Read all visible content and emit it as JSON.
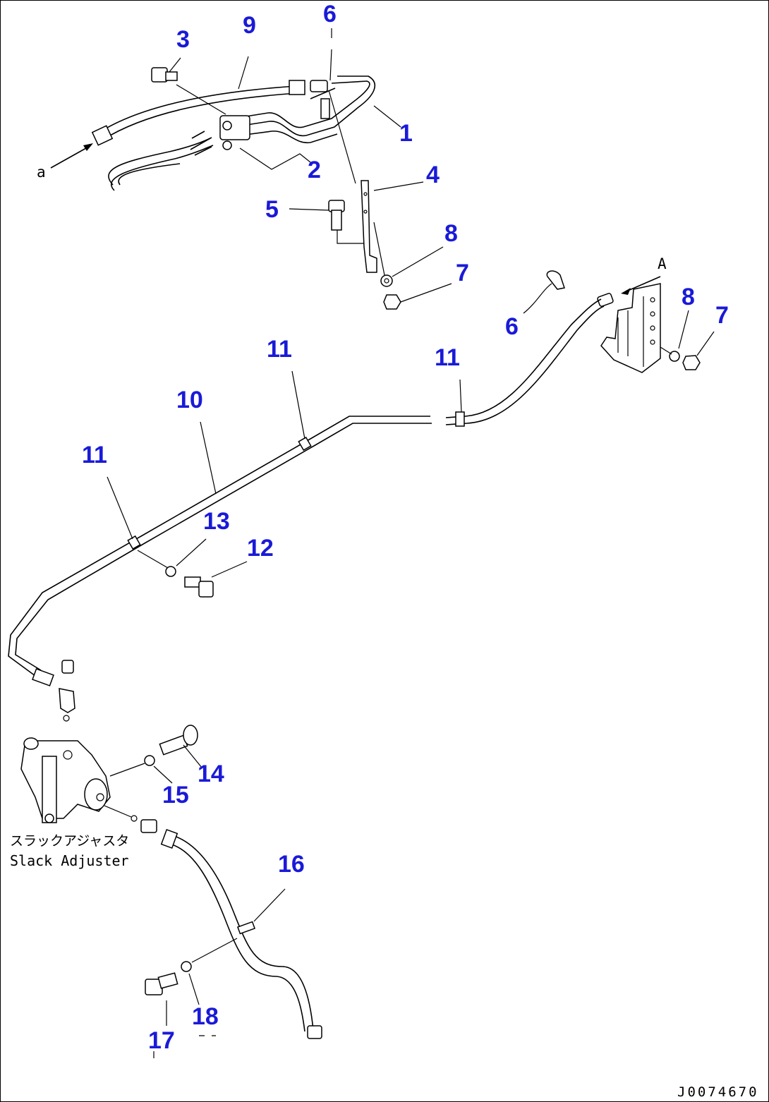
{
  "callouts": [
    {
      "id": "c1",
      "label": "1"
    },
    {
      "id": "c2",
      "label": "2"
    },
    {
      "id": "c3",
      "label": "3"
    },
    {
      "id": "c4",
      "label": "4"
    },
    {
      "id": "c5",
      "label": "5"
    },
    {
      "id": "c6a",
      "label": "6"
    },
    {
      "id": "c6b",
      "label": "6"
    },
    {
      "id": "c7a",
      "label": "7"
    },
    {
      "id": "c7b",
      "label": "7"
    },
    {
      "id": "c8a",
      "label": "8"
    },
    {
      "id": "c8b",
      "label": "8"
    },
    {
      "id": "c9",
      "label": "9"
    },
    {
      "id": "c10",
      "label": "10"
    },
    {
      "id": "c11a",
      "label": "11"
    },
    {
      "id": "c11b",
      "label": "11"
    },
    {
      "id": "c11c",
      "label": "11"
    },
    {
      "id": "c12",
      "label": "12"
    },
    {
      "id": "c13",
      "label": "13"
    },
    {
      "id": "c14",
      "label": "14"
    },
    {
      "id": "c15",
      "label": "15"
    },
    {
      "id": "c16",
      "label": "16"
    },
    {
      "id": "c17",
      "label": "17"
    },
    {
      "id": "c18",
      "label": "18"
    }
  ],
  "connection_refs": {
    "left": "a",
    "right": "A"
  },
  "slack_adjuster": {
    "label_jp": "スラックアジャスタ",
    "label_en": "Slack Adjuster"
  },
  "drawing_number": "J0074670"
}
